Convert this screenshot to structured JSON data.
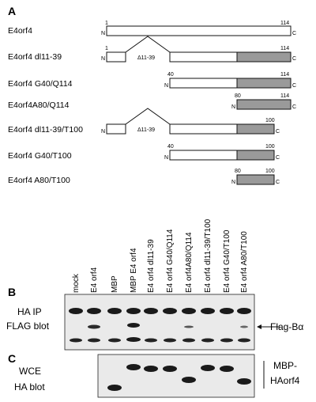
{
  "panels": {
    "a": "A",
    "b": "B",
    "c": "C"
  },
  "constructs": [
    {
      "name": "E4orf4",
      "n": "N",
      "c": "C",
      "start_num": "1",
      "end_num": "114",
      "delta": ""
    },
    {
      "name": "E4orf4 dl11-39",
      "n": "N",
      "c": "C",
      "start_num": "1",
      "end_num": "114",
      "delta": "Δ11-39"
    },
    {
      "name": "E4orf4 G40/Q114",
      "n": "N",
      "c": "C",
      "start_num": "40",
      "end_num": "114",
      "delta": ""
    },
    {
      "name": "E4orf4A80/Q114",
      "n": "N",
      "c": "C",
      "start_num": "80",
      "end_num": "114",
      "delta": ""
    },
    {
      "name": "E4orf4 dl11-39/T100",
      "n": "N",
      "c": "C",
      "start_num": "",
      "end_num": "100",
      "delta": "Δ11-39"
    },
    {
      "name": "E4orf4 G40/T100",
      "n": "N",
      "c": "C",
      "start_num": "40",
      "end_num": "100",
      "delta": ""
    },
    {
      "name": "E4orf4 A80/T100",
      "n": "N",
      "c": "C",
      "start_num": "80",
      "end_num": "100",
      "delta": ""
    }
  ],
  "lanes": [
    "mock",
    "E4 orf4",
    "MBP",
    "MBP E4 orf4",
    "E4 orf4 dl11-39",
    "E4 orf4 G40/Q114",
    "E4 orf4A80/Q114",
    "E4 orf4 dl11-39/T100",
    "E4 orf4 G40/T100",
    "E4 orf4 A80/T100"
  ],
  "blot_b": {
    "label_line1": "HA IP",
    "label_line2": "FLAG blot",
    "arrow_label": "Flag-Bα"
  },
  "blot_c": {
    "label_line1": "WCE",
    "label_line2": "HA blot",
    "side_line1": "MBP-",
    "side_line2": "HAorf4"
  },
  "colors": {
    "box_white": "#ffffff",
    "box_gray": "#9a9a9a",
    "blot_bg": "#eaeaea",
    "band": "#1a1a1a"
  }
}
